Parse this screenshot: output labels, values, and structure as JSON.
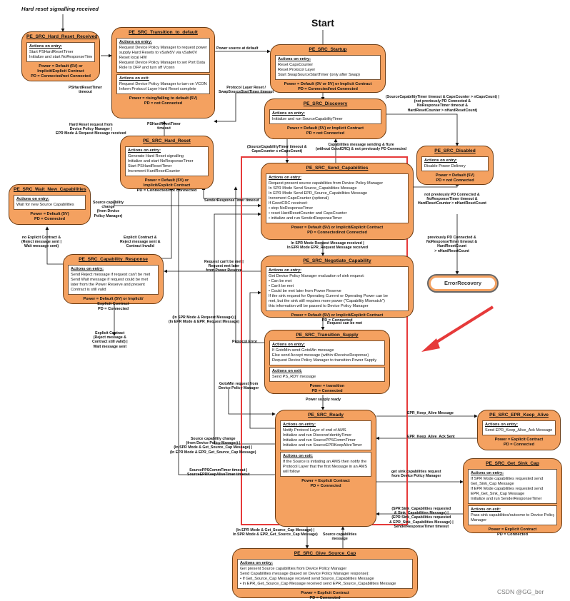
{
  "heading": "Hard reset signalling received",
  "start": "Start",
  "watermark": "CSDN @GG_ber",
  "error_recovery": "ErrorRecovery",
  "colors": {
    "state_fill": "#f4a160",
    "highlight": "#e63a3a",
    "big_arrow": "#e63a3a"
  },
  "states": {
    "hard_reset_received": {
      "title": "PE_SRC_Hard_Reset_Received",
      "sections": [
        {
          "title": "Actions on entry:",
          "lines": [
            "Start PSHardResetTimer",
            "Initialize and start NoResponseTimer"
          ]
        }
      ],
      "footer": [
        "Power = Default (5V) or",
        "Implicit/Explicit Contract",
        "PD = Connected/not Connected"
      ]
    },
    "transition_to_default": {
      "title": "PE_SRC_Transition_to_default",
      "sections": [
        {
          "title": "Actions on entry:",
          "lines": [
            "Request Device Policy Manager to request power",
            "supply Hard Resets to vSafe5V via vSafe0V",
            "Reset local HW",
            "Request Device Policy Manager to set Port Data",
            "Role to DFP and turn off Vconn"
          ]
        },
        {
          "title": "Actions on exit:",
          "lines": [
            "Request Device Policy Manager to turn on VCONN",
            "Inform Protocol Layer Hard Reset complete"
          ]
        }
      ],
      "footer": [
        "Power = rising/falling to default (5V)",
        "PD = not Connected"
      ]
    },
    "startup": {
      "title": "PE_SRC_Startup",
      "sections": [
        {
          "title": "Actions on entry:",
          "lines": [
            "Reset CapsCounter",
            "Reset Protocol Layer",
            "Start SwapSourceStartTimer (only after Swap)"
          ]
        }
      ],
      "footer": [
        "Power = Default (0V or 5V) or Implicit Contract",
        "PD = Connected/not Connected"
      ]
    },
    "discovery": {
      "title": "PE_SRC_Discovery",
      "sections": [
        {
          "title": "Actions on entry:",
          "lines": [
            "Initialize and run SourceCapabilityTimer"
          ]
        }
      ],
      "footer": [
        "Power = Default (5V) or Implicit Contract",
        "PD = not Connected"
      ]
    },
    "disabled": {
      "title": "PE_SRC_Disabled",
      "sections": [
        {
          "title": "Actions on entry:",
          "lines": [
            "Disable Power Delivery"
          ]
        }
      ],
      "footer": [
        "Power = Default (5V)",
        "PD = not Connected"
      ]
    },
    "hard_reset": {
      "title": "PE_SRC_Hard_Reset",
      "sections": [
        {
          "title": "Actions on entry:",
          "lines": [
            "Generate Hard Reset signalling",
            "Initialize and start NoResponseTimer",
            "Start PSHardResetTimer",
            "Increment HardResetCounter"
          ]
        }
      ],
      "footer": [
        "Power = Default (5V) or",
        "Implicit/Explicit Contract",
        "PD = Connected/not Connected"
      ]
    },
    "wait_new_capabilities": {
      "title": "PE_SRC_Wait_New_Capabilities",
      "sections": [
        {
          "title": "Actions on entry:",
          "lines": [
            "Wait for new Source Capabilities"
          ]
        }
      ],
      "footer": [
        "Power = Default (5V)",
        "PD = Connected"
      ]
    },
    "send_capabilities": {
      "title": "PE_SRC_Send_Capabilities",
      "sections": [
        {
          "title": "Actions on entry:",
          "lines": [
            "Request present source capabilities from Device Policy Manager",
            "In SPR Mode Send Source_Capabilities Message",
            "In EPR Mode Send EPR_Source_Capabilities Message",
            "Increment CapsCounter (optional)",
            "If GoodCRC received:",
            "  •  stop NoResponseTimer",
            "  •  reset HardResetCounter and CapsCounter",
            "  •  initialize and run SenderResponseTimer"
          ]
        }
      ],
      "footer": [
        "Power = Default (5V) or Implicit/Explicit Contract",
        "PD = Connected/not Connected"
      ]
    },
    "negotiate_capability": {
      "title": "PE_SRC_Negotiate_Capability",
      "sections": [
        {
          "title": "Actions on entry:",
          "lines": [
            "Get Device Policy Manager evaluation of sink request:",
            "  •  Can be met",
            "  •  Can't be met",
            "  •  Could be met later from Power Reserve",
            "If the sink request for Operating Current or Operating Power can be",
            "met, but the sink still requires more power (\"Capability Mismatch\")",
            "this information will be passed to Device Policy Manager"
          ]
        }
      ],
      "footer": [
        "Power = Default (5V) or Implicit/Explicit Contract",
        "PD = Connected"
      ]
    },
    "capability_response": {
      "title": "PE_SRC_Capability_Response",
      "sections": [
        {
          "title": "Actions on entry:",
          "lines": [
            "Send Reject message if request can't be met",
            "Send Wait message if request could be met",
            "later from the Power Reserve and present",
            "Contract is still valid"
          ]
        }
      ],
      "footer": [
        "Power = Default (5V) or Implicit/",
        "Explicit Contract",
        "PD = Connected"
      ]
    },
    "transition_supply": {
      "title": "PE_SRC_Transition_Supply",
      "sections": [
        {
          "title": "Actions on entry:",
          "lines": [
            "If GotoMin send GotoMin message",
            "Else send Accept message (within tReceiveResponse)",
            "Request Device Policy Manager to transition Power Supply"
          ]
        },
        {
          "title": "Actions on exit:",
          "lines": [
            "Send PS_RDY message"
          ]
        }
      ],
      "footer": [
        "Power = transition",
        "PD = Connected"
      ]
    },
    "ready": {
      "title": "PE_SRC_Ready",
      "sections": [
        {
          "title": "Actions on entry:",
          "lines": [
            "Notify Protocol Layer of end of AMS",
            "Initialize and run DiscoverIdentityTimer",
            "Initialize and run SourcePPSCommTimer",
            "Initialize and run SourceEPRKeepAliveTimer"
          ]
        },
        {
          "title": "Actions on exit:",
          "lines": [
            "If the Source is initiating an AMS then notify the",
            "Protocol Layer that the first Message in an AMS",
            "will follow"
          ]
        }
      ],
      "footer": [
        "Power = Explicit Contract",
        "PD = Connected"
      ]
    },
    "epr_keep_alive": {
      "title": "PE_SRC_EPR_Keep_Alive",
      "sections": [
        {
          "title": "Actions on entry:",
          "lines": [
            "Send EPR_Keep_Alive_Ack Message"
          ]
        }
      ],
      "footer": [
        "Power = Explicit Contract",
        "PD = Connected"
      ]
    },
    "get_sink_cap": {
      "title": "PE_SRC_Get_Sink_Cap",
      "sections": [
        {
          "title": "Actions on entry:",
          "lines": [
            "If SPR Mode capabilities requested send",
            "Get_Sink_Cap Message",
            "If EPR Mode capabilities requested send",
            "EPR_Get_Sink_Cap Message",
            "Initialize and run SenderResponseTimer"
          ]
        },
        {
          "title": "Actions on exit:",
          "lines": [
            "Pass sink capabilities/outcome to Device Policy",
            "Manager"
          ]
        }
      ],
      "footer": [
        "Power = Explicit Contract",
        "PD = Connected"
      ]
    },
    "give_source_cap": {
      "title": "PE_SRC_Give_Source_Cap",
      "sections": [
        {
          "title": "Actions on entry:",
          "lines": [
            "Get present Source capabilities from Device Policy Manager",
            "Send Capabilities message (based on Device Policy Manager response):",
            "  •  If Get_Source_Cap Message received send Source_Capabilities Message",
            "  •  In EPR_Get_Source_Cap Message received send EPR_Source_Capabilities Message"
          ]
        }
      ],
      "footer": [
        "Power = Explicit Contract",
        "PD = Connected"
      ]
    }
  },
  "transitions": {
    "power_source_default": "Power source at default",
    "ps_hard_reset_timeout": [
      "PSHardResetTimer",
      "timeout"
    ],
    "ps_hard_reset_timeout_2": [
      "PSHardResetTimer",
      "timeout"
    ],
    "protocol_layer_reset": [
      "Protocol Layer Reset /",
      "SwapSourceStartTimer timeout"
    ],
    "hard_reset_request": [
      "Hard Reset request from",
      "Device Policy Manager |",
      "EPR Mode & Request Message received"
    ],
    "discovery_right": [
      "(SourceCapabilityTimer timeout & CapsCounter > nCapsCount) |",
      "(not previously PD Connected &",
      "NoResponseTimer timeout &",
      "HardResetCounter > nHardResetCount)"
    ],
    "source_cap_timer": [
      "(SourceCapabilityTimer timeout &",
      "CapsCounter ≤ nCapsCount)"
    ],
    "caps_msg_sending": [
      "Capabilities message sending & fture",
      "(without GoodCRC) & not previously PD Connected"
    ],
    "not_prev_pd_connected": [
      "not previously PD Connected &",
      "NoResponseTimer timeout &",
      "HardResetCounter > nHardResetCount"
    ],
    "prev_pd_connected": [
      "previously PD Connected &",
      "NoResponseTimer timeout &",
      "HardResetCount",
      "> nHardResetCount"
    ],
    "source_capability_change": [
      "Source capability",
      "change",
      "(from Device",
      "Policy Manager)"
    ],
    "sender_response_timeout": "SenderResponseTimer timeout",
    "explicit_contract_reject": [
      "Explicit Contract &",
      "Reject message sent &",
      "Contract Invalid"
    ],
    "no_explicit_contract": [
      "no Explicit Contract &",
      "(Reject message sent |",
      "Wait message sent)"
    ],
    "spr_request_received": [
      "In SPR Mode Request Message received |",
      "In EPR Mode EPR_Request Message received"
    ],
    "request_cant_be_met": [
      "Request can't be met |",
      "Request met later",
      "from Power Reserve"
    ],
    "spr_request_or_epr": [
      "(In SPR Mode & Request Message) |",
      "(In EPR Mode & EPR_Request Message)"
    ],
    "request_can_be_met": "Request can be met",
    "protocol_error": "Protocol Error",
    "explicit_contract_wait": [
      "Explicit Contract",
      "(Reject message &",
      "Contract still valid) |",
      "Wait message sent"
    ],
    "goto_min": [
      "GotoMin request from",
      "Device Policy Manager"
    ],
    "power_supply_ready": "Power supply ready",
    "epr_keep_alive_msg": "EPR_Keep_Alive Message",
    "epr_keep_alive_ack": "EPR_Keep_Alive_Ack Sent",
    "source_cap_change_2": [
      "Source capability change",
      "(from Device Policy Manager) |",
      "(In SPR Mode & Get_Source_Cap Message) |",
      "(In EPR Mode & EPR_Get_Source_Cap Message)"
    ],
    "pps_comm_timeout": [
      "SourcePPSCommTimer timeout |",
      "SourceEPRKeepAliveTimer timeout"
    ],
    "get_sink_request": [
      "get sink capabilities request",
      "from Device Policy Manager"
    ],
    "sink_caps_received": [
      "(SPR Sink_Capabilities requested",
      "& Sink_Capabilities Message) |",
      "(EPR Sink_Capabilities requested",
      "& EPR_Sink_Capabilities Message) |",
      "SenderResponseTimer timeout"
    ],
    "give_source_in": [
      "(In EPR Mode & Get_Source_Cap Message) |",
      "In SPR Mode & EPR_Get_Source_Cap Message)"
    ],
    "source_caps_msg": [
      "Source capabilities",
      "message"
    ]
  }
}
